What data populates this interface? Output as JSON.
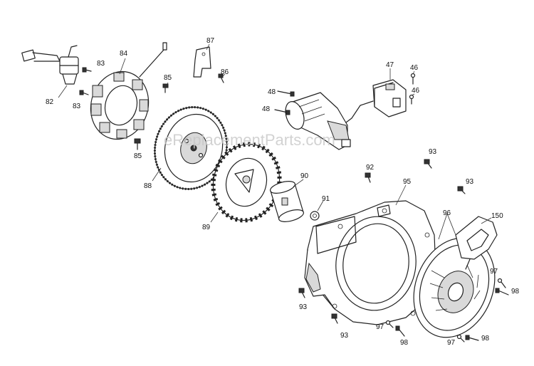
{
  "watermark": "eReplacementParts.com",
  "callouts": {
    "c82": "82",
    "c83a": "83",
    "c83b": "83",
    "c84": "84",
    "c85a": "85",
    "c85b": "85",
    "c86": "86",
    "c87": "87",
    "c88": "88",
    "c89": "89",
    "c90": "90",
    "c91": "91",
    "c92": "92",
    "c93a": "93",
    "c93b": "93",
    "c93c": "93",
    "c93d": "93",
    "c95": "95",
    "c96": "96",
    "c150": "150",
    "c97a": "97",
    "c97b": "97",
    "c97c": "97",
    "c98a": "98",
    "c98b": "98",
    "c98c": "98",
    "c47": "47",
    "c46a": "46",
    "c46b": "46",
    "c48a": "48",
    "c48b": "48"
  }
}
